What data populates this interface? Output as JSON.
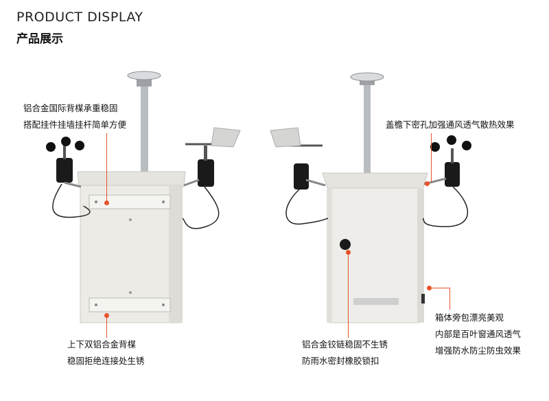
{
  "heading": {
    "english": "PRODUCT DISPLAY",
    "chinese": "产品展示"
  },
  "callouts": {
    "mount": {
      "line1": "铝合金国际背楳承重稳固",
      "line2": "搭配挂件挂墙挂杆简单方便"
    },
    "eaves": {
      "line1": "盖檐下密孔加强通风透气散热效果"
    },
    "back_rails": {
      "line1": "上下双铝合金背楳",
      "line2": "稳固拒绝连接处生锈"
    },
    "hinge": {
      "line1": "铝合金铰链稳固不生锈",
      "line2": "防雨水密封橡胶锁扣"
    },
    "side_louvers": {
      "line1": "箱体旁包漂亮美观",
      "line2": "内部是百叶窗通风透气",
      "line3": "增强防水防尘防虫效果"
    }
  },
  "colors": {
    "accent": "#e8532a",
    "cabinet": "#ecebe6",
    "cabinet_shadow": "#d4d2cc",
    "sensor": "#1a1a1a",
    "pole": "#b9bcc0"
  }
}
